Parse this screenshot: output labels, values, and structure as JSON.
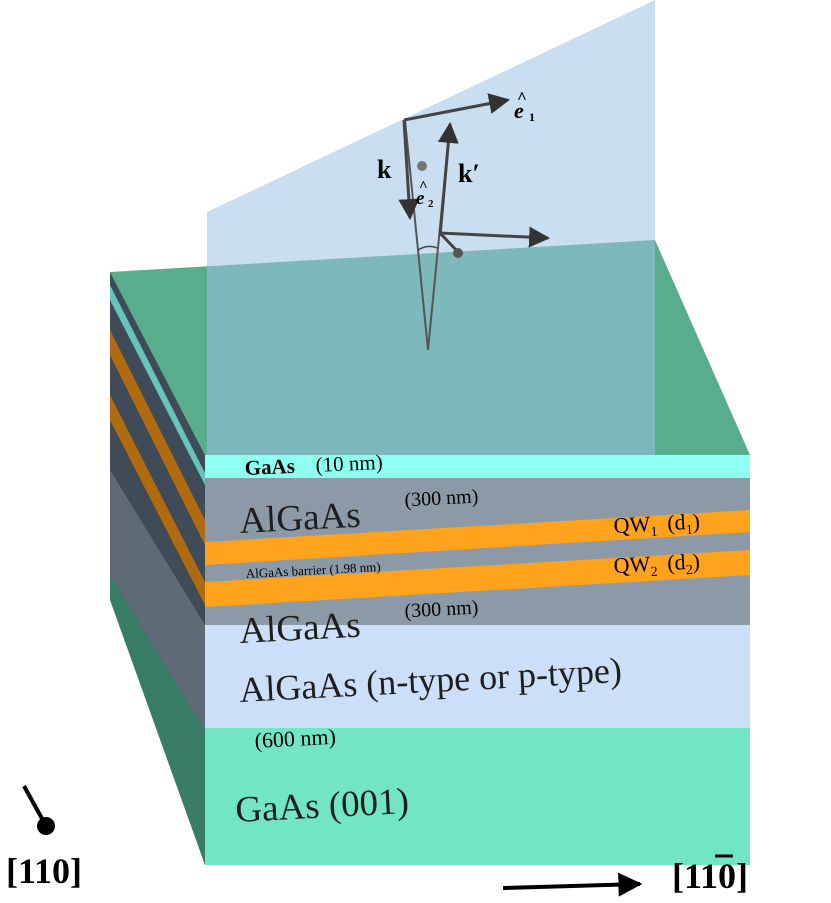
{
  "layers": {
    "cap": {
      "material": "GaAs",
      "thickness": "(10 nm)"
    },
    "upper_barrier": {
      "material": "AlGaAs",
      "thickness": "(300 nm)"
    },
    "qw1": {
      "label": "QW",
      "sub": "1",
      "param": "(d",
      "param_sub": "1",
      "param_close": ")"
    },
    "inner_barrier": {
      "label": "AlGaAs barrier (1.98 nm)"
    },
    "qw2": {
      "label": "QW",
      "sub": "2",
      "param": "(d",
      "param_sub": "2",
      "param_close": ")"
    },
    "lower_barrier": {
      "material": "AlGaAs",
      "thickness": "(300 nm)"
    },
    "doped": {
      "material": "AlGaAs (n-type or p-type)",
      "thickness": "(600 nm)"
    },
    "substrate": {
      "label": "GaAs (001)"
    }
  },
  "vectors": {
    "k": "k",
    "k_prime": "k′",
    "e1": {
      "hat": "^",
      "base": "e",
      "sub": "1"
    },
    "e2": {
      "hat": "^",
      "base": "e",
      "sub": "2"
    }
  },
  "axes": {
    "direction_110": "[110]",
    "direction_1m10": {
      "open": "[1",
      "bar": "1",
      "close": "0]"
    }
  },
  "colors": {
    "top_face": "#58AE8C",
    "cap_layer": "#8EFFF1",
    "algaas_layer": "#8C9AA8",
    "quantum_well": "#FFA21C",
    "doped_layer": "#CCDFF9",
    "substrate": "#72E6C3",
    "side_face": "#3E4A55",
    "plane": "#9DC3E3"
  }
}
